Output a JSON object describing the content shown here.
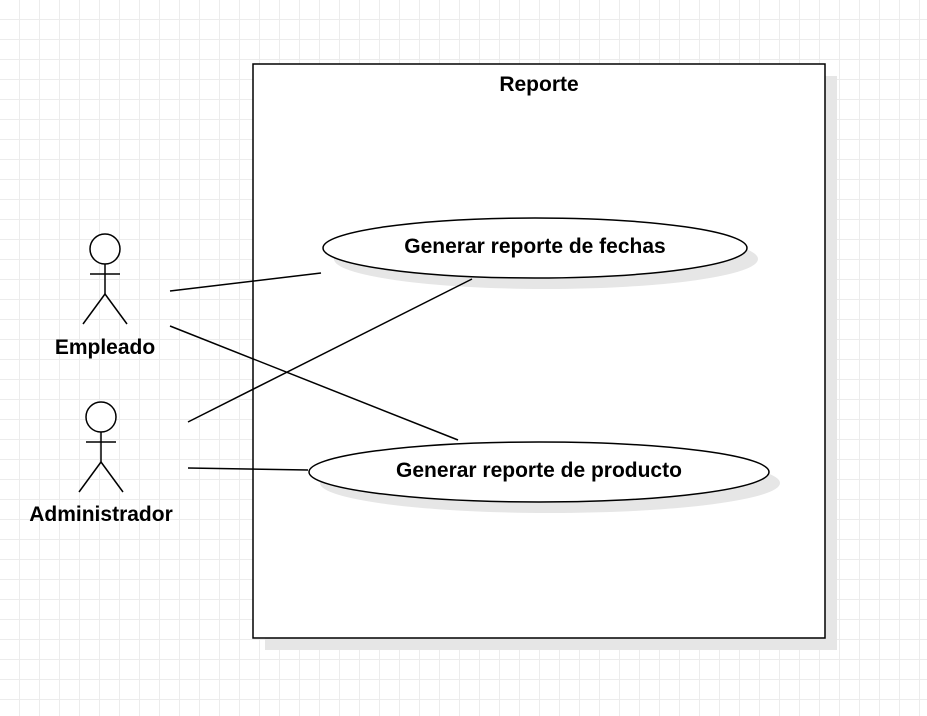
{
  "diagram": {
    "system": {
      "title": "Reporte"
    },
    "actors": [
      {
        "id": "empleado",
        "name": "Empleado"
      },
      {
        "id": "administrador",
        "name": "Administrador"
      }
    ],
    "use_cases": [
      {
        "id": "uc-fechas",
        "label": "Generar reporte de fechas"
      },
      {
        "id": "uc-producto",
        "label": "Generar reporte de producto"
      }
    ],
    "associations": [
      {
        "from": "empleado",
        "to": "uc-fechas"
      },
      {
        "from": "empleado",
        "to": "uc-producto"
      },
      {
        "from": "administrador",
        "to": "uc-fechas"
      },
      {
        "from": "administrador",
        "to": "uc-producto"
      }
    ]
  },
  "colors": {
    "stroke": "#000000",
    "shadow": "#e6e6e6",
    "grid": "#ececec",
    "fill": "#ffffff"
  }
}
